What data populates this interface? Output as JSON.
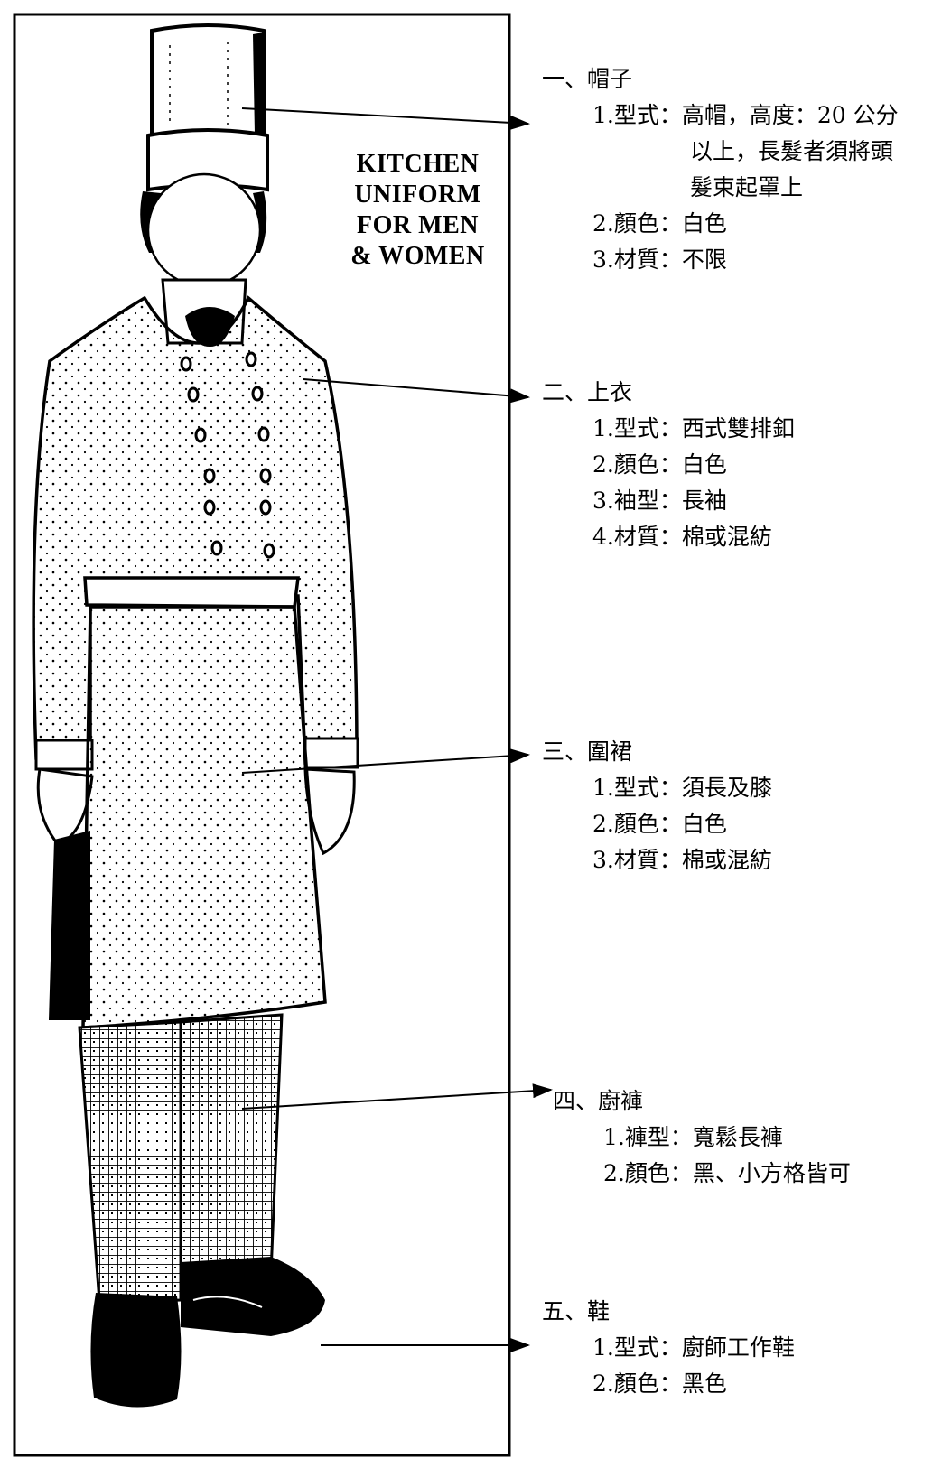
{
  "illustration": {
    "title_lines": [
      "KITCHEN",
      "UNIFORM",
      "FOR MEN",
      "& WOMEN"
    ]
  },
  "sections": {
    "hat": {
      "heading": "一、帽子",
      "items": [
        "1.型式：高帽，高度：20 公分",
        "以上，長髮者須將頭",
        "髮束起罩上",
        "2.顏色：白色",
        "3.材質：不限"
      ]
    },
    "jacket": {
      "heading": "二、上衣",
      "items": [
        "1.型式：西式雙排釦",
        "2.顏色：白色",
        "3.袖型：長袖",
        "4.材質：棉或混紡"
      ]
    },
    "apron": {
      "heading": "三、圍裙",
      "items": [
        "1.型式：須長及膝",
        "2.顏色：白色",
        "3.材質：棉或混紡"
      ]
    },
    "pants": {
      "heading": "四、廚褲",
      "items": [
        "1.褲型：寬鬆長褲",
        "2.顏色：黑、小方格皆可"
      ]
    },
    "shoes": {
      "heading": "五、鞋",
      "items": [
        "1.型式：廚師工作鞋",
        "2.顏色：黑色"
      ]
    }
  },
  "colors": {
    "ink": "#000000",
    "paper": "#ffffff"
  }
}
